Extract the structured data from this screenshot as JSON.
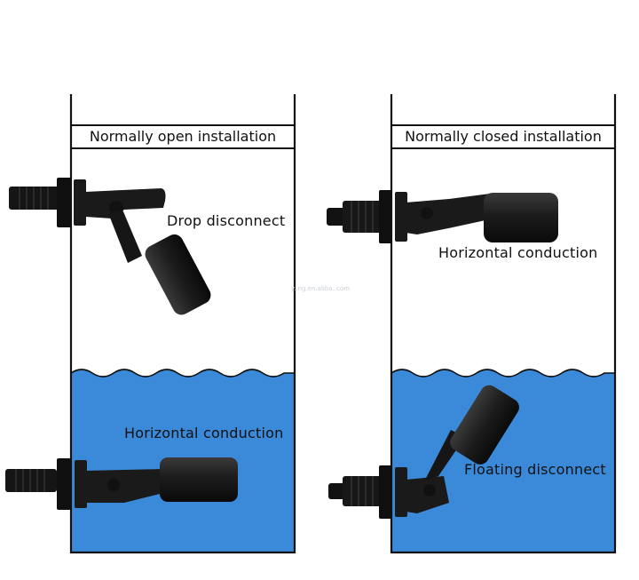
{
  "panels": {
    "left": {
      "title": "Normally open installation",
      "top_state": "Drop disconnect",
      "bottom_state": "Horizontal conduction"
    },
    "right": {
      "title": "Normally closed installation",
      "top_state": "Horizontal conduction",
      "bottom_state": "Floating disconnect"
    }
  },
  "watermark": "y..ng.en.aliba..com",
  "colors": {
    "water": "#3a8ad9",
    "tank_outline": "#111111",
    "switch_body": "#1b1b1b"
  }
}
